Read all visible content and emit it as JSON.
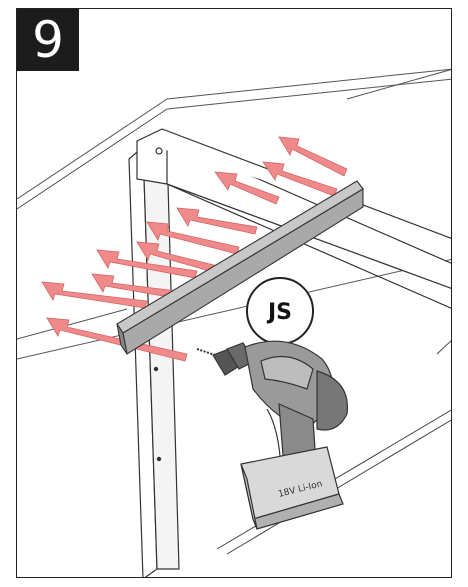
{
  "step": {
    "number": "9"
  },
  "callout": {
    "label": "JS"
  },
  "drill": {
    "battery_label": "18V Li-Ion"
  },
  "colors": {
    "arrow": "#f08a8a",
    "line": "#333333",
    "rail": "#b8b8b8"
  }
}
